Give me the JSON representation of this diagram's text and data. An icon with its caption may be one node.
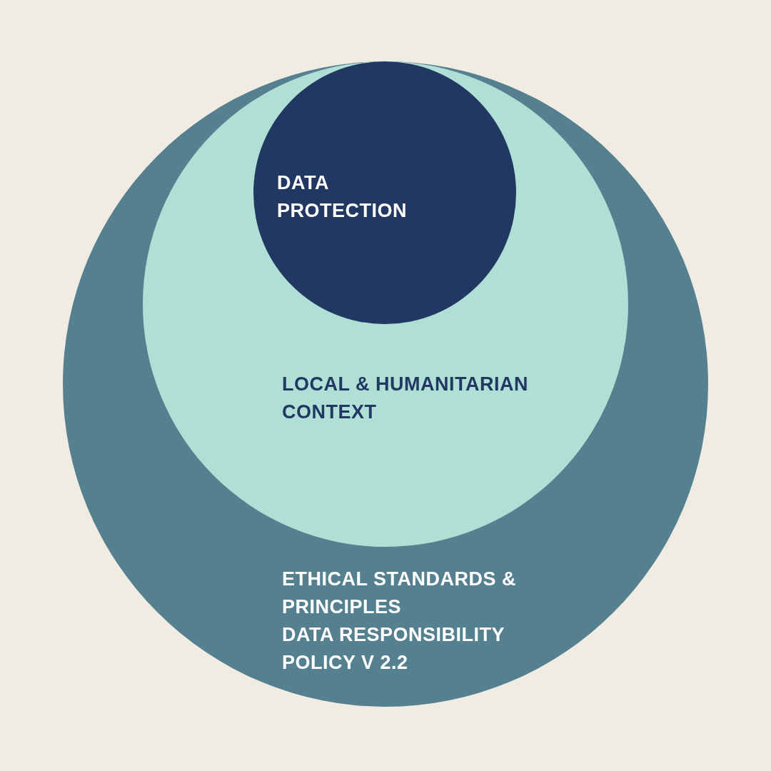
{
  "diagram": {
    "nodes": [
      {
        "text": [
          "ETHICAL STANDARDS & PRINCIPLES",
          "DATA RESPONSIBILITY POLICY V 2.2"
        ]
      },
      {
        "text": [
          "LOCAL & HUMANITARIAN CONTEXT"
        ],
        "in": 0
      },
      {
        "text": [
          "DATA PROTECTION"
        ],
        "in": 1
      }
    ]
  }
}
